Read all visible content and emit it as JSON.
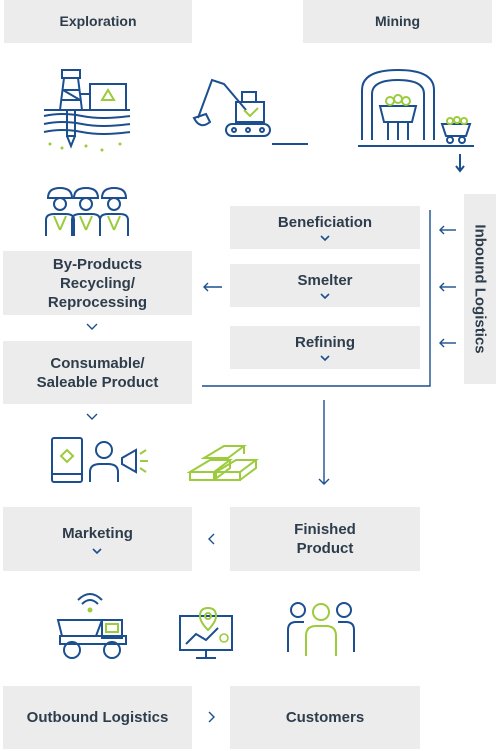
{
  "steps": {
    "exploration": "Exploration",
    "mining": "Mining",
    "beneficiation": "Beneficiation",
    "smelter": "Smelter",
    "refining": "Refining",
    "inbound_logistics": "Inbound Logistics",
    "byproducts": [
      "By-Products",
      "Recycling/",
      "Reprocessing"
    ],
    "consumable": [
      "Consumable/",
      "Saleable Product"
    ],
    "marketing": "Marketing",
    "finished": [
      "Finished",
      "Product"
    ],
    "outbound": "Outbound Logistics",
    "customers": "Customers"
  },
  "colors": {
    "navy": "#1b4f8f",
    "green": "#9ccb3b",
    "box": "#ececec",
    "text": "#2e3d4c"
  },
  "icons": [
    "drilling-rig-icon",
    "excavator-icon",
    "mine-tunnel-icon",
    "workers-icon",
    "tablet-icon",
    "marketer-megaphone-icon",
    "gold-bars-icon",
    "haul-truck-icon",
    "map-monitor-icon",
    "customers-group-icon"
  ]
}
